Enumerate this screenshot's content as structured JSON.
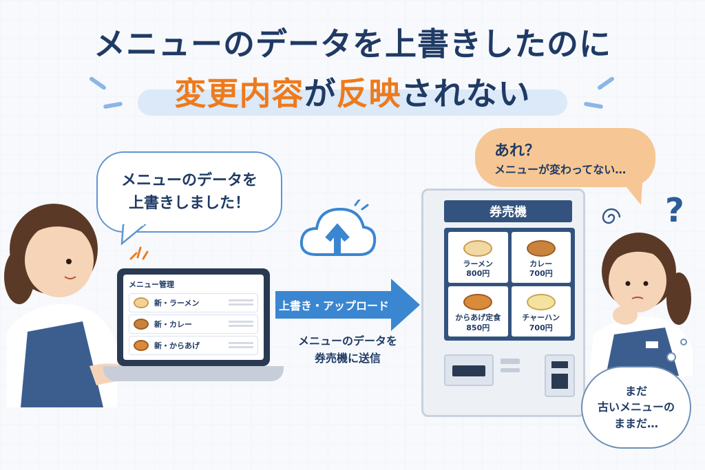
{
  "title": {
    "line1": "メニューのデータを上書きしたのに",
    "line2_part1": "変更内容",
    "line2_part2": "が",
    "line2_part3": "反映",
    "line2_part4": "されない"
  },
  "left_bubble": {
    "line1": "メニューのデータを",
    "line2": "上書きしました！"
  },
  "laptop": {
    "header": "メニュー管理",
    "rows": [
      "新・ラーメン",
      "新・カレー",
      "新・からあげ"
    ]
  },
  "upload": {
    "arrow_label": "上書き・アップロード",
    "note_line1": "メニューのデータを",
    "note_line2": "券売機に送信"
  },
  "machine": {
    "title": "券売機",
    "items": [
      {
        "name": "ラーメン",
        "price": "800円"
      },
      {
        "name": "カレー",
        "price": "700円"
      },
      {
        "name": "からあげ定食",
        "price": "850円"
      },
      {
        "name": "チャーハン",
        "price": "700円"
      }
    ]
  },
  "right_bubble": {
    "line1": "あれ？",
    "line2": "メニューが変わってない…"
  },
  "thought": {
    "line1": "まだ",
    "line2": "古いメニューの",
    "line3": "ままだ…"
  },
  "question_mark": "?",
  "colors": {
    "navy": "#1f3a64",
    "orange": "#ee7a1c",
    "blue": "#3a86d1"
  }
}
